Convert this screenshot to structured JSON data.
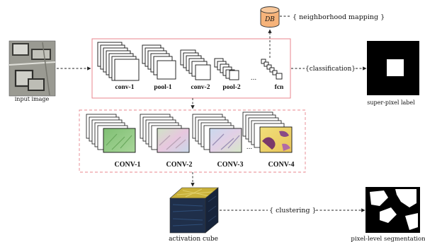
{
  "input": {
    "label": "input image"
  },
  "database": {
    "label": "DB"
  },
  "annotations": {
    "neighborhood": "{ neighborhood mapping }",
    "classification": "{classification}",
    "clustering": "{ clustering }"
  },
  "cnn": {
    "layers": [
      "conv-1",
      "pool-1",
      "conv-2",
      "pool-2",
      "fcn"
    ],
    "ellipsis": "..."
  },
  "features": {
    "labels": [
      "CONV-1",
      "CONV-2",
      "CONV-3",
      "CONV-4"
    ],
    "ellipsis": "..."
  },
  "cube": {
    "label": "activation cube"
  },
  "outputs": {
    "superpixel": "super-pixel label",
    "pixel_level": "pixel-level segmentation"
  },
  "colors": {
    "cnn_box": "#e8868e",
    "feature_box_dashed": "#e8868e",
    "db_fill": "#f6b37a",
    "cube_top": "#c9b13a",
    "cube_side": "#1f2f4a"
  }
}
